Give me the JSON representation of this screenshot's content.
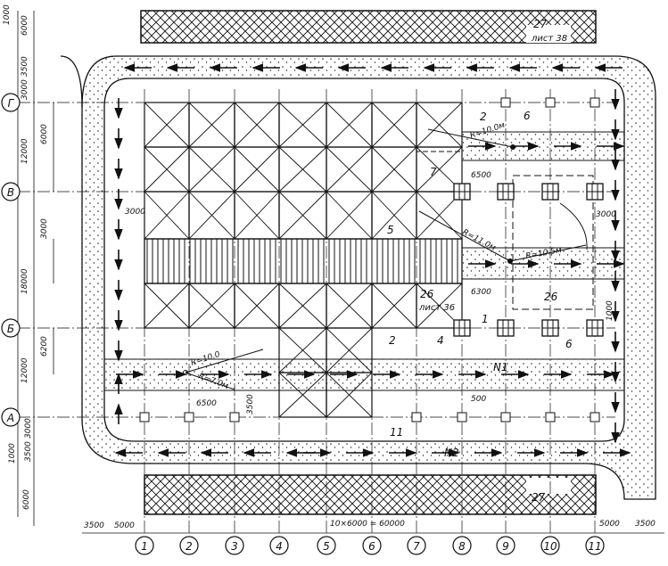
{
  "title": "Construction site plan",
  "colors": {
    "ink": "#111111",
    "paper": "#ffffff"
  },
  "column_axes": [
    "1",
    "2",
    "3",
    "4",
    "5",
    "6",
    "7",
    "8",
    "9",
    "10",
    "11"
  ],
  "row_axes": [
    "Г",
    "В",
    "Б",
    "А"
  ],
  "left_dimensions": {
    "top_1000": "1000",
    "top_6000": "6000",
    "top_3500": "3500",
    "top_3000": "3000",
    "g_6000": "6000",
    "g_v_12000": "12000",
    "v_3000": "3000",
    "v_b_18000": "18000",
    "b_6200": "6200",
    "b_a_12000": "12000",
    "a_3000": "3000",
    "bot_3500": "3500",
    "bot_1000": "1000",
    "bot_6000": "6000"
  },
  "bottom_dimensions": {
    "left_3500": "3500",
    "left_5000": "5000",
    "span": "10×6000 = 60000",
    "right_5000": "5000",
    "right_3500": "3500"
  },
  "inner_dimensions": {
    "d3000_left": "3000",
    "d6500_top": "6500",
    "d6300": "6300",
    "d3000_right": "3000",
    "d1000": "1000",
    "d500": "500",
    "d6500_bottom": "6500",
    "d3500": "3500"
  },
  "radii": {
    "r_top": "R=10.0м",
    "r_mid": "R=11.0м",
    "r_right": "R=10.5м",
    "r_left_outer": "R=10.0",
    "r_left_inner": "R=7.0м"
  },
  "roads": {
    "n1": "N1",
    "n2": "N2"
  },
  "section_refs": {
    "s26_a_num": "26",
    "s26_a_sheet": "лист 36",
    "s26_b_num": "26",
    "s27_top_num": "27",
    "s27_top_sheet": "лист 38",
    "s27_bottom_num": "27"
  },
  "callouts": {
    "c1": "1",
    "c2a": "2",
    "c2b": "2",
    "c4": "4",
    "c5": "5",
    "c6a": "6",
    "c6b": "6",
    "c7": "7",
    "c11": "11"
  }
}
